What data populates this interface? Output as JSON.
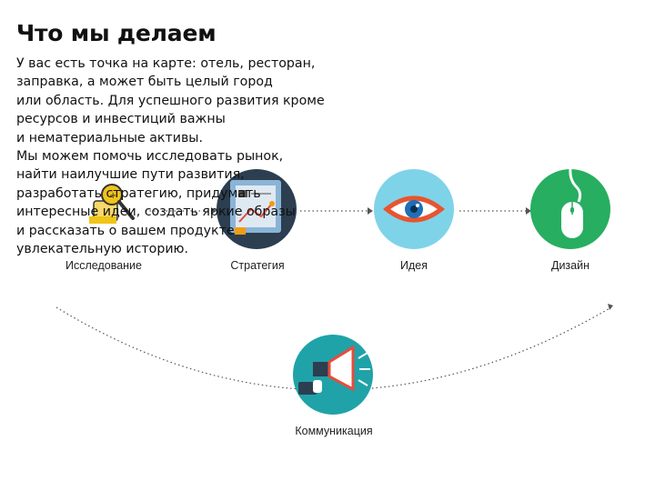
{
  "title": "Что мы делаем",
  "intro_lines": [
    "У вас есть точка на карте: отель, ресторан,",
    "заправка, а может быть целый город",
    "или область. Для успешного развития кроме",
    "ресурсов и инвестиций важны",
    "и нематериальные активы.",
    "Мы можем помочь исследовать рынок,",
    "найти наилучшие пути развития,",
    "разработать стратегию, придумать",
    "интересные идеи, создать яркие образы",
    "и рассказать о вашем продукте",
    "увлекательную историю."
  ],
  "steps": [
    {
      "label": "Исследование",
      "icon": "magnifier-icon",
      "color": "#f0c419"
    },
    {
      "label": "Стратегия",
      "icon": "strategy-board-icon",
      "color": "#2c3e50"
    },
    {
      "label": "Идея",
      "icon": "eye-icon",
      "color": "#7fd3e8"
    },
    {
      "label": "Дизайн",
      "icon": "computer-mouse-icon",
      "color": "#27ae60"
    },
    {
      "label": "Коммуникация",
      "icon": "megaphone-icon",
      "color": "#1fa3a8"
    }
  ]
}
